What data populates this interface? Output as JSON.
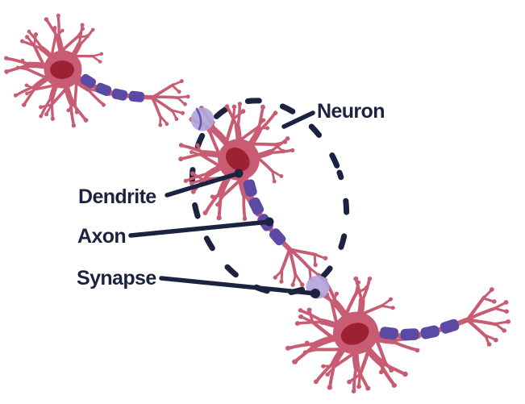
{
  "figure": {
    "description": "Illustration of three neurons connected in a chain; the middle neuron is enclosed by a dashed outline and its parts are labeled.",
    "labels": {
      "neuron": "Neuron",
      "dendrite": "Dendrite",
      "axon": "Axon",
      "synapse": "Synapse"
    }
  },
  "colors": {
    "ink": "#1c2340",
    "membrane": "#c85c72",
    "nucleus": "#9e2133",
    "myelin": "#5a4aa6",
    "vesicle": "#b2a6db",
    "background": "#ffffff"
  }
}
